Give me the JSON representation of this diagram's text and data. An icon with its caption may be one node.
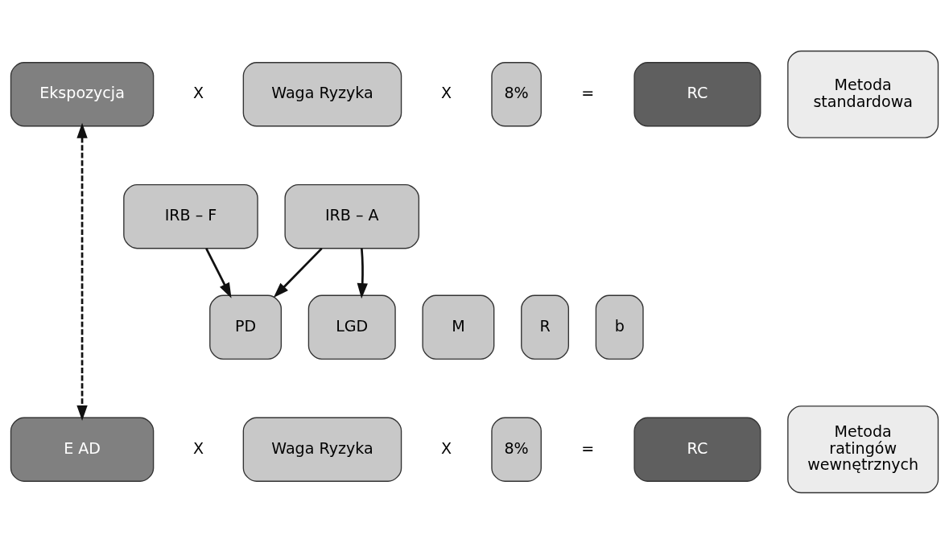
{
  "diagram": {
    "nodes": [
      {
        "text": [
          "Ekspozycja"
        ]
      },
      {
        "text": [
          "Waga Ryzyka"
        ]
      },
      {
        "text": [
          "8%"
        ]
      },
      {
        "text": [
          "RC"
        ]
      },
      {
        "text": [
          "Metoda standardowa"
        ]
      },
      {
        "text": [
          "IRB – F"
        ]
      },
      {
        "text": [
          "IRB – A"
        ]
      },
      {
        "text": [
          "PD"
        ]
      },
      {
        "text": [
          "LGD"
        ]
      },
      {
        "text": [
          "M"
        ]
      },
      {
        "text": [
          "R"
        ]
      },
      {
        "text": [
          "b"
        ]
      },
      {
        "text": [
          "E AD"
        ]
      },
      {
        "text": [
          "Waga Ryzyka"
        ]
      },
      {
        "text": [
          "8%"
        ]
      },
      {
        "text": [
          "RC"
        ]
      },
      {
        "text": [
          "Metoda ratingów wewnętrznych"
        ]
      }
    ],
    "edges": [
      {
        "from": 0,
        "to": 12,
        "arrow": "both",
        "style": "dashed"
      },
      {
        "from": 5,
        "to": 7,
        "arrow": "to"
      },
      {
        "from": 6,
        "to": 7,
        "arrow": "to"
      },
      {
        "from": 6,
        "to": 8,
        "arrow": "to"
      }
    ],
    "labels": [
      "X",
      "X",
      "=",
      "X",
      "X",
      "="
    ]
  }
}
